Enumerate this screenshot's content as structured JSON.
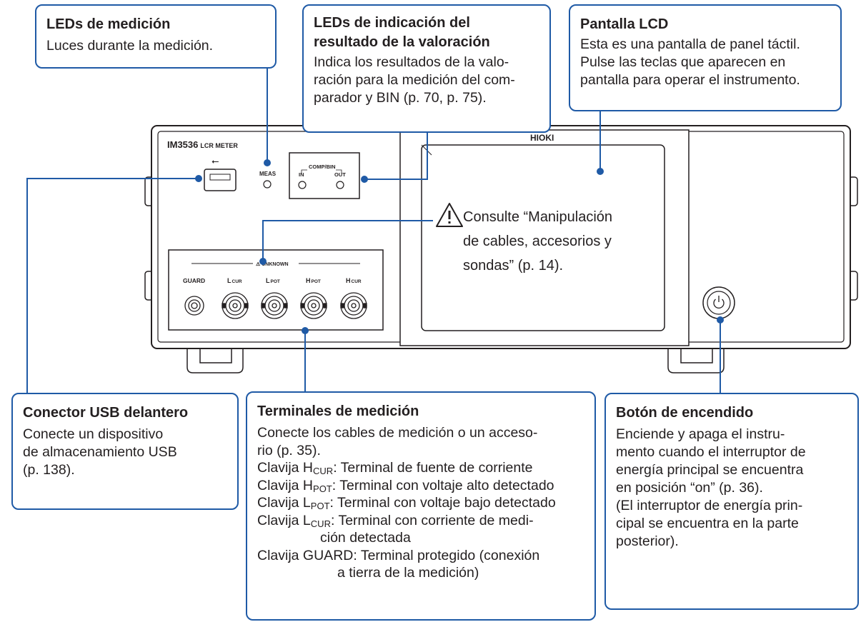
{
  "callouts": {
    "meas_leds": {
      "title": "LEDs de medición",
      "lines": [
        "Luces durante la medición."
      ]
    },
    "judgment_leds": {
      "title_lines": [
        "LEDs de indicación del",
        "resultado de la valoración"
      ],
      "lines": [
        "Indica los resultados de la valo-",
        "ración para la medición del com-",
        "parador y BIN (p. 70, p. 75)."
      ]
    },
    "lcd": {
      "title": "Pantalla LCD",
      "lines": [
        "Esta es una pantalla de panel táctil.",
        "Pulse las teclas que aparecen en",
        "pantalla para operar el instrumento."
      ]
    },
    "usb": {
      "title": "Conector USB delantero",
      "lines": [
        "Conecte un dispositivo",
        "de almacenamiento USB",
        "(p. 138)."
      ]
    },
    "terminals": {
      "title": "Terminales de medición",
      "intro": [
        "Conecte los cables de medición o un acceso-",
        "rio (p. 35)."
      ],
      "plugs": [
        {
          "prefix": "Clavija H",
          "sub": "CUR",
          "text": ": Terminal de fuente de corriente"
        },
        {
          "prefix": "Clavija H",
          "sub": "POT",
          "text": ": Terminal con voltaje alto detectado"
        },
        {
          "prefix": "Clavija L",
          "sub": "POT",
          "text": ": Terminal con voltaje bajo detectado"
        },
        {
          "prefix": "Clavija L",
          "sub": "CUR",
          "text": ": Terminal con corriente de medi-"
        }
      ],
      "plug_cont": "ción detectada",
      "guard_line": "Clavija GUARD: Terminal protegido (conexión",
      "guard_cont": "a tierra de la medición)"
    },
    "power": {
      "title": "Botón de encendido",
      "lines": [
        "Enciende y apaga el instru-",
        "mento cuando el interruptor de",
        "energía principal se encuentra",
        "en posición “on” (p. 36).",
        "(El interruptor de energía prin-",
        "cipal se encuentra en la parte",
        "posterior)."
      ]
    }
  },
  "warning": {
    "lines": [
      "Consulte “Manipulación",
      "de cables, accesorios y",
      "sondas” (p. 14)."
    ]
  },
  "device": {
    "model": "IM3536",
    "model_suffix": "LCR METER",
    "brand": "HIOKI",
    "meas": "MEAS",
    "comp_bin": "COMP/BIN",
    "led_in": "IN",
    "led_out": "OUT",
    "unknown": "UNKNOWN",
    "terminals": [
      {
        "main": "GUARD",
        "sub": ""
      },
      {
        "main": "L",
        "sub": "CUR"
      },
      {
        "main": "L",
        "sub": "POT"
      },
      {
        "main": "H",
        "sub": "POT"
      },
      {
        "main": "H",
        "sub": "CUR"
      }
    ]
  },
  "colors": {
    "accent": "#1f5aa6",
    "ink": "#231f20"
  }
}
